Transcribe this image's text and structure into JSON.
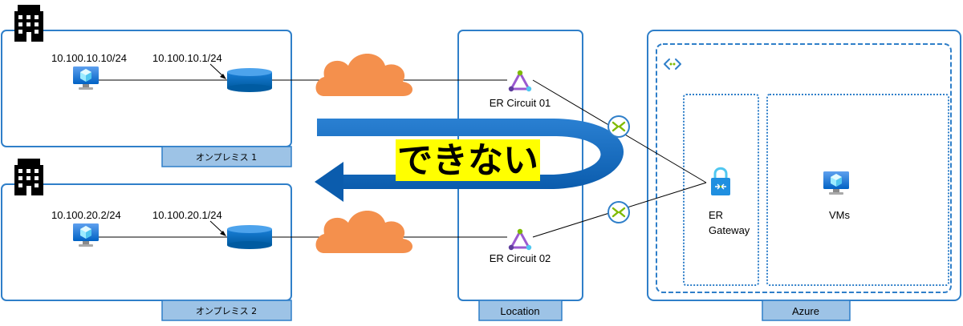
{
  "onprem1": {
    "name": "オンプレミス 1",
    "vm_ip": "10.100.10.10/24",
    "gw_ip": "10.100.10.1/24"
  },
  "onprem2": {
    "name": "オンプレミス 2",
    "vm_ip": "10.100.20.2/24",
    "gw_ip": "10.100.20.1/24"
  },
  "location": {
    "name": "Location",
    "circuit1": "ER Circuit 01",
    "circuit2": "ER Circuit 02"
  },
  "azure": {
    "name": "Azure",
    "gateway_line1": "ER",
    "gateway_line2": "Gateway",
    "vms": "VMs"
  },
  "banner": {
    "text": "できない"
  },
  "colors": {
    "box_border": "#2f7fc9",
    "tag_fill": "#9dc3e6",
    "cloud": "#f4904d",
    "arrow": "#1f72c6",
    "banner_bg": "#ffff00",
    "circuit": "#9b59d0"
  },
  "icons": [
    "building-icon",
    "vm-icon",
    "router-icon",
    "cloud-icon",
    "circuit-icon",
    "connection-icon",
    "gateway-lock-icon",
    "vnet-icon"
  ]
}
